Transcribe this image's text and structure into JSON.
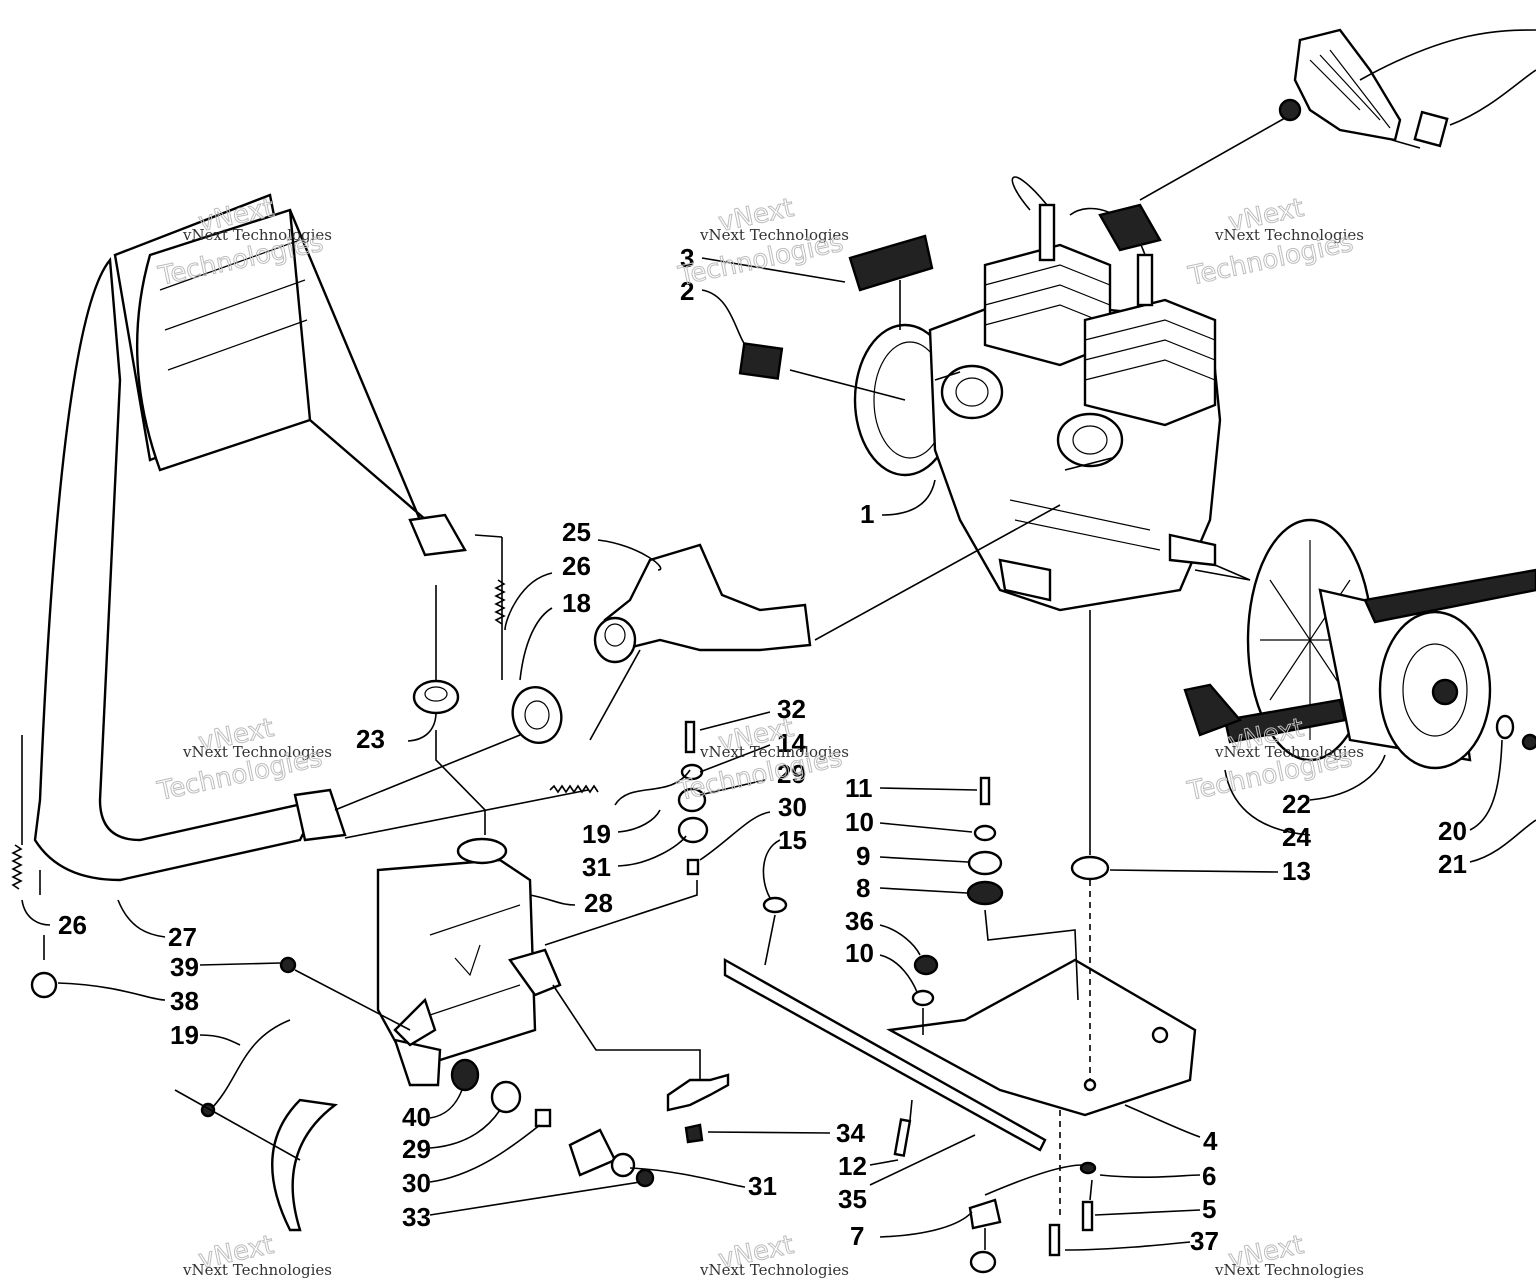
{
  "diagram": {
    "callouts": [
      "1",
      "2",
      "3",
      "4",
      "5",
      "6",
      "7",
      "8",
      "9",
      "10",
      "10",
      "11",
      "12",
      "13",
      "14",
      "15",
      "18",
      "19",
      "19",
      "20",
      "21",
      "22",
      "24",
      "23",
      "25",
      "26",
      "26",
      "27",
      "28",
      "29",
      "29",
      "30",
      "30",
      "31",
      "31",
      "32",
      "33",
      "34",
      "35",
      "36",
      "37",
      "38",
      "39",
      "40"
    ],
    "watermark": {
      "line1": "vNext Technologies",
      "line2": "vNext",
      "line3": "Technologies"
    }
  }
}
